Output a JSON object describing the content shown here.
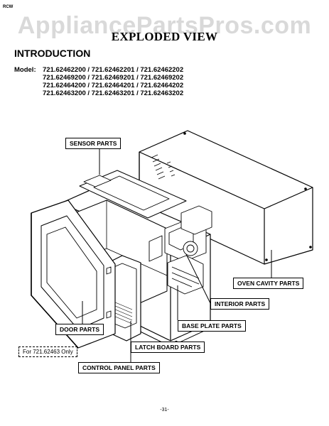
{
  "corner_mark": "RCW",
  "watermark": "AppliancePartsPros.com",
  "title": "EXPLODED VIEW",
  "heading": "INTRODUCTION",
  "model_label": "Model:",
  "model_lines": [
    "721.62462200 / 721.62462201 / 721.62462202",
    "721.62469200 / 721.62469201 / 721.62469202",
    "721.62464200 / 721.62464201 / 721.62464202",
    "721.62463200 / 721.62463201 / 721.62463202"
  ],
  "callouts": {
    "sensor": "SENSOR PARTS",
    "oven_cavity": "OVEN CAVITY PARTS",
    "interior": "INTERIOR PARTS",
    "base_plate": "BASE PLATE PARTS",
    "door": "DOOR PARTS",
    "latch_board": "LATCH BOARD PARTS",
    "control_panel": "CONTROL PANEL PARTS",
    "note": "For 721.62463 Only"
  },
  "page_number": "-31-"
}
